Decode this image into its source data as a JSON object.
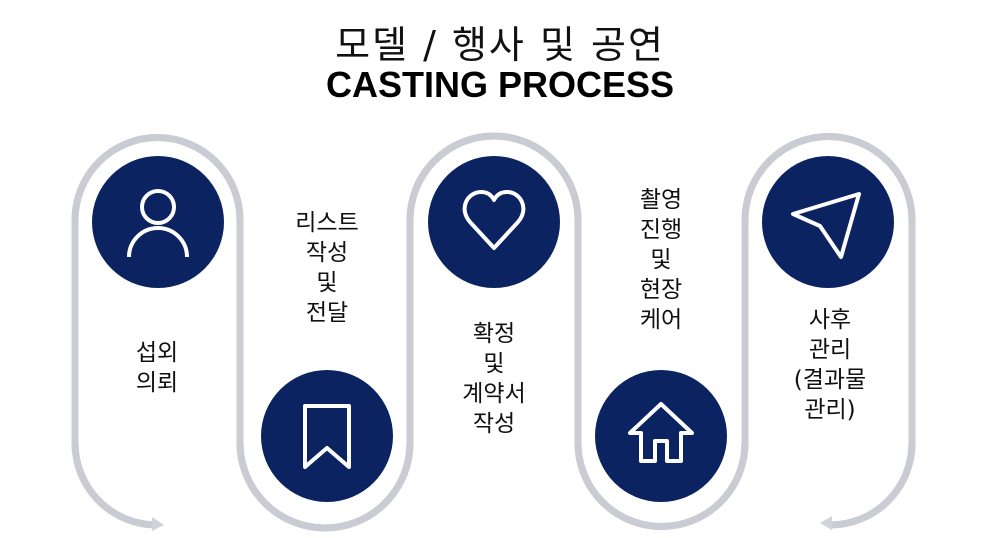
{
  "title": "모델 / 행사 및 공연",
  "subtitle": "CASTING PROCESS",
  "colors": {
    "circle": "#0b2361",
    "pipe": "#c9ccd2"
  },
  "steps": [
    {
      "icon": "person-icon",
      "label": "섭외\n의뢰"
    },
    {
      "icon": "bookmark-icon",
      "label": "리스트\n작성\n및\n전달"
    },
    {
      "icon": "heart-icon",
      "label": "확정\n및\n계약서\n작성"
    },
    {
      "icon": "home-icon",
      "label": "촬영\n진행\n및\n현장\n케어"
    },
    {
      "icon": "send-icon",
      "label": "사후\n관리\n(결과물\n관리)"
    }
  ]
}
